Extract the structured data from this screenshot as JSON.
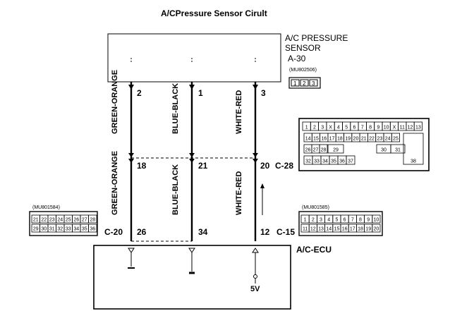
{
  "title": "A/CPressure Sensor Cirult",
  "sensor": {
    "label_line1": "A/C PRESSURE",
    "label_line2": "SENSOR",
    "connector_id": "A-30",
    "part_code": "(MU802506)",
    "pins": [
      "1",
      "2",
      "3"
    ]
  },
  "ecu": {
    "label": "A/C-ECU",
    "supply_label": "5V"
  },
  "wires": [
    {
      "upper_color": "GREEN-ORANGE",
      "lower_color": "GREEN-ORANGE",
      "sensor_pin": "2",
      "mid_pin": "18",
      "ecu_pin": "26"
    },
    {
      "upper_color": "BLUE-BLACK",
      "lower_color": "BLUE-BLACK",
      "sensor_pin": "1",
      "mid_pin": "21",
      "ecu_pin": "34"
    },
    {
      "upper_color": "WHITE-RED",
      "lower_color": "WHITE-RED",
      "sensor_pin": "3",
      "mid_pin": "20",
      "ecu_pin": "12"
    }
  ],
  "connectors": {
    "c28": {
      "label": "C-28"
    },
    "c20": {
      "label": "C-20",
      "part_code": "(MU801584)",
      "row1": [
        "21",
        "22",
        "23",
        "24",
        "25",
        "26",
        "27",
        "28"
      ],
      "row2": [
        "29",
        "30",
        "31",
        "32",
        "33",
        "34",
        "35",
        "36"
      ]
    },
    "c15": {
      "label": "C-15",
      "part_code": "(MU801585)",
      "row1": [
        "1",
        "2",
        "3",
        "4",
        "5",
        "6",
        "7",
        "8",
        "9",
        "10"
      ],
      "row2": [
        "11",
        "12",
        "13",
        "14",
        "15",
        "16",
        "17",
        "18",
        "19",
        "20"
      ]
    },
    "c28_face": {
      "row1": [
        "1",
        "2",
        "3",
        "X",
        "4",
        "5",
        "6",
        "7",
        "8",
        "9",
        "10",
        "X",
        "11",
        "12",
        "13"
      ],
      "row2": [
        "14",
        "15",
        "16",
        "17",
        "18",
        "19",
        "20",
        "21",
        "22",
        "23",
        "24",
        "25"
      ],
      "row3a": [
        "26",
        "27",
        "28"
      ],
      "row3b": [
        "29"
      ],
      "row3c": [
        "30",
        "31"
      ],
      "row4": [
        "32",
        "33",
        "34",
        "35",
        "36",
        "37"
      ],
      "big": "38"
    }
  }
}
